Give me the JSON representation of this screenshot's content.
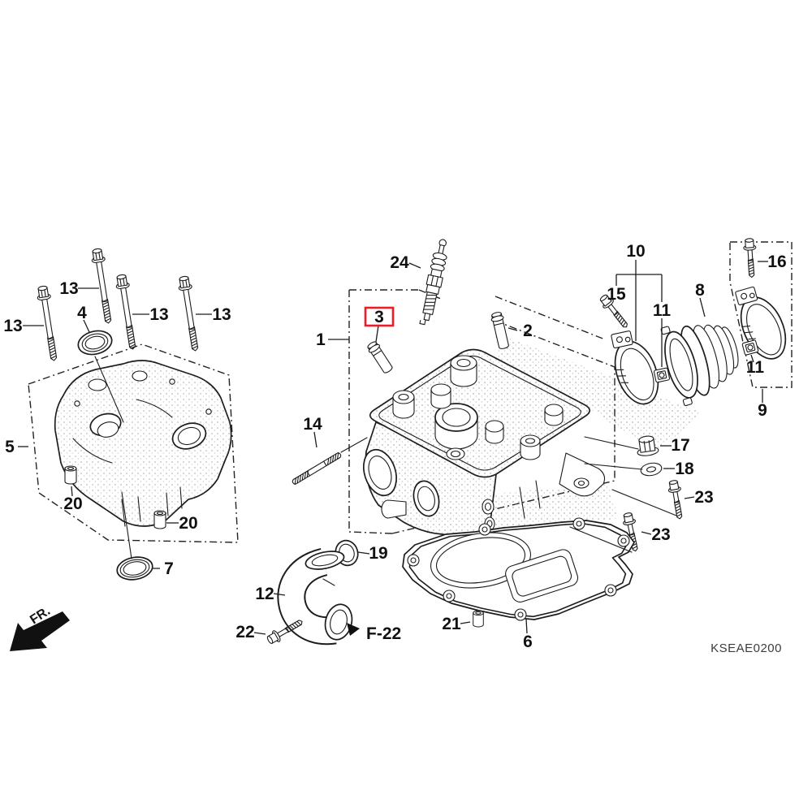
{
  "diagram": {
    "code": "KSEAE0200",
    "front_marker": "FR.",
    "cross_reference": "F-22",
    "selected_callout": "3",
    "highlight_color": "#ee1c25",
    "line_color": "#1c1c1c",
    "background": "#ffffff"
  },
  "callouts": [
    {
      "text": "13"
    },
    {
      "text": "13"
    },
    {
      "text": "13"
    },
    {
      "text": "13"
    },
    {
      "text": "4"
    },
    {
      "text": "5"
    },
    {
      "text": "20"
    },
    {
      "text": "20"
    },
    {
      "text": "7"
    },
    {
      "text": "1"
    },
    {
      "text": "3"
    },
    {
      "text": "24"
    },
    {
      "text": "2"
    },
    {
      "text": "14"
    },
    {
      "text": "10"
    },
    {
      "text": "15"
    },
    {
      "text": "11"
    },
    {
      "text": "8"
    },
    {
      "text": "16"
    },
    {
      "text": "11"
    },
    {
      "text": "9"
    },
    {
      "text": "17"
    },
    {
      "text": "18"
    },
    {
      "text": "23"
    },
    {
      "text": "23"
    },
    {
      "text": "19"
    },
    {
      "text": "12"
    },
    {
      "text": "22"
    },
    {
      "text": "21"
    },
    {
      "text": "6"
    }
  ]
}
